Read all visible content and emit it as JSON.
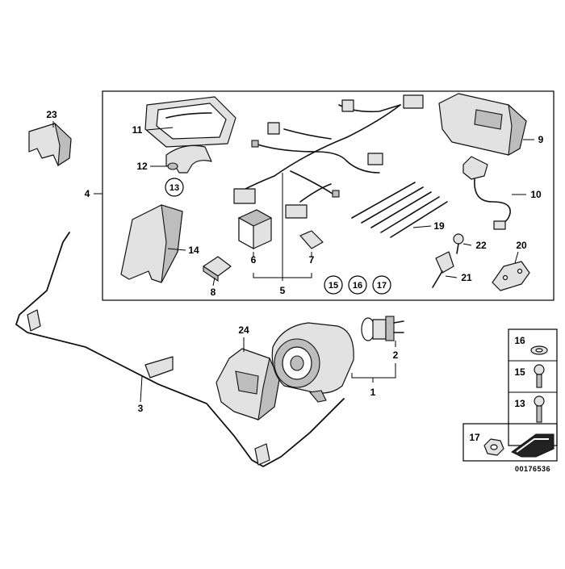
{
  "diagram": {
    "callouts": {
      "c1": "1",
      "c2": "2",
      "c3": "3",
      "c4": "4",
      "c5": "5",
      "c6": "6",
      "c7": "7",
      "c8": "8",
      "c9": "9",
      "c10": "10",
      "c11": "11",
      "c12": "12",
      "c14": "14",
      "c19": "19",
      "c20": "20",
      "c21": "21",
      "c22": "22",
      "c23": "23",
      "c24": "24"
    },
    "circled_callouts": {
      "c13": "13",
      "c15": "15",
      "c16": "16",
      "c17": "17"
    },
    "legend": {
      "items": [
        "16",
        "15",
        "13",
        "17"
      ]
    },
    "reference_number": "00176536"
  }
}
